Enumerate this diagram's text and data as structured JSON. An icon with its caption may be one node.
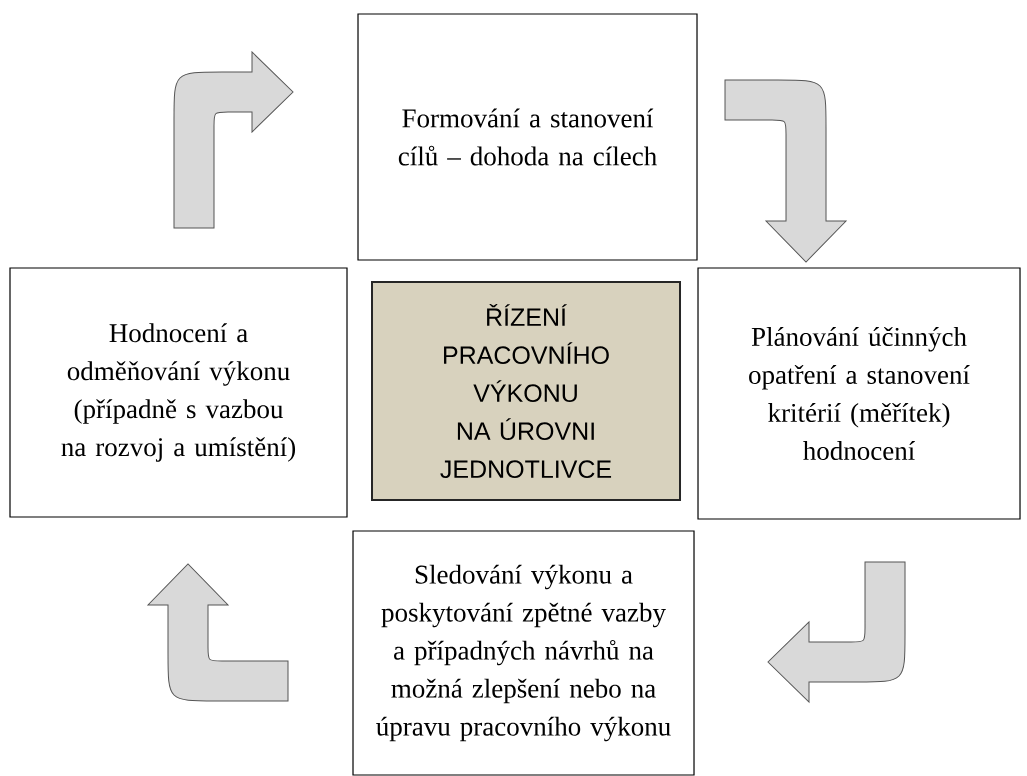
{
  "diagram": {
    "nodes": [
      {
        "text": [
          "Formování a stanovení cílů – dohoda na cílech"
        ]
      },
      {
        "text": [
          "Plánování účinných opatření a stanovení kritérií (měřítek) hodnocení"
        ]
      },
      {
        "text": [
          "Sledování výkonu a poskytování zpětné vazby a případných návrhů na možná zlepšení nebo na úpravu pracovního výkonu"
        ]
      },
      {
        "text": [
          "Hodnocení a odměňování výkonu (případně s vazbou na rozvoj a umístění)"
        ]
      },
      {
        "text": [
          "ŘÍZENÍ PRACOVNÍHO VÝKONU NA ÚROVNI JEDNOTLIVCE"
        ]
      }
    ],
    "edges": [
      {
        "from": 3,
        "to": 0,
        "arrow": "to"
      },
      {
        "from": 0,
        "to": 1,
        "arrow": "to"
      },
      {
        "from": 1,
        "to": 2,
        "arrow": "to"
      },
      {
        "from": 2,
        "to": 3,
        "arrow": "to"
      }
    ]
  }
}
